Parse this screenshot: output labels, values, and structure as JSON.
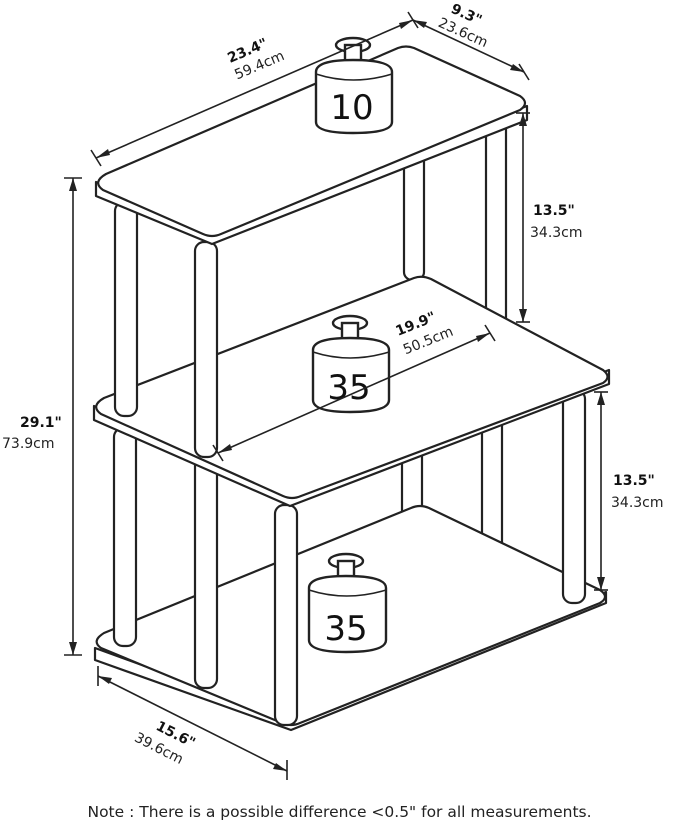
{
  "dimensions": {
    "length_top": {
      "in": "23.4\"",
      "cm": "59.4cm"
    },
    "depth_top": {
      "in": "9.3\"",
      "cm": "23.6cm"
    },
    "upper_gap": {
      "in": "13.5\"",
      "cm": "34.3cm"
    },
    "middle_length": {
      "in": "19.9\"",
      "cm": "50.5cm"
    },
    "total_height": {
      "in": "29.1\"",
      "cm": "73.9cm"
    },
    "lower_gap": {
      "in": "13.5\"",
      "cm": "34.3cm"
    },
    "depth_bottom": {
      "in": "15.6\"",
      "cm": "39.6cm"
    }
  },
  "weights": {
    "top": "10",
    "middle": "35",
    "bottom": "35"
  },
  "note": "Note : There is a possible difference <0.5\" for all measurements."
}
